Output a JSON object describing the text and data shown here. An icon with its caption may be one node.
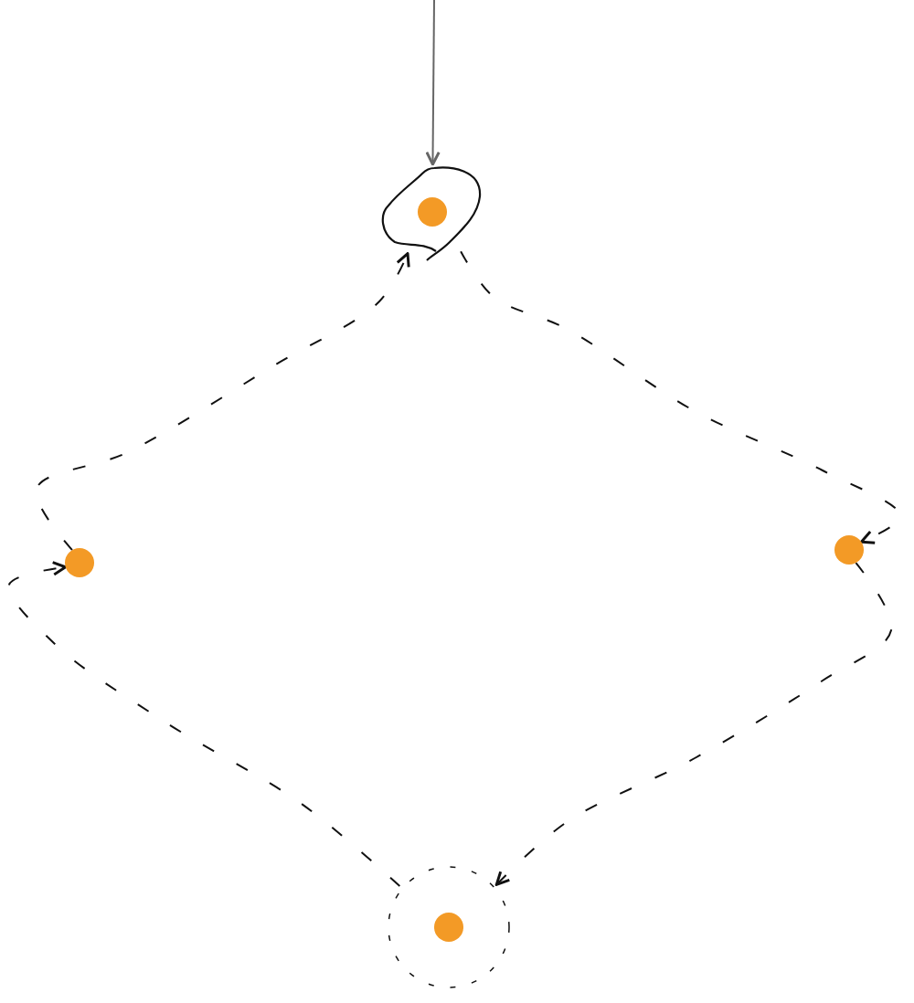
{
  "diagram": {
    "nodes": [
      {
        "text": [],
        "shape": "circle"
      },
      {
        "text": [],
        "shape": "circle"
      },
      {
        "text": [],
        "shape": "circle"
      },
      {
        "text": [],
        "shape": "circle"
      }
    ],
    "edges": [
      {
        "from": null,
        "to": 0,
        "arrow": "to",
        "color": "#666666"
      },
      {
        "from": 0,
        "to": 1,
        "arrow": "to",
        "style": "dashed"
      },
      {
        "from": 1,
        "to": 3,
        "arrow": "to",
        "style": "dashed"
      },
      {
        "from": 3,
        "to": 2,
        "arrow": "to",
        "style": "dashed"
      },
      {
        "from": 2,
        "to": 0,
        "arrow": "to",
        "style": "dashed"
      }
    ]
  }
}
